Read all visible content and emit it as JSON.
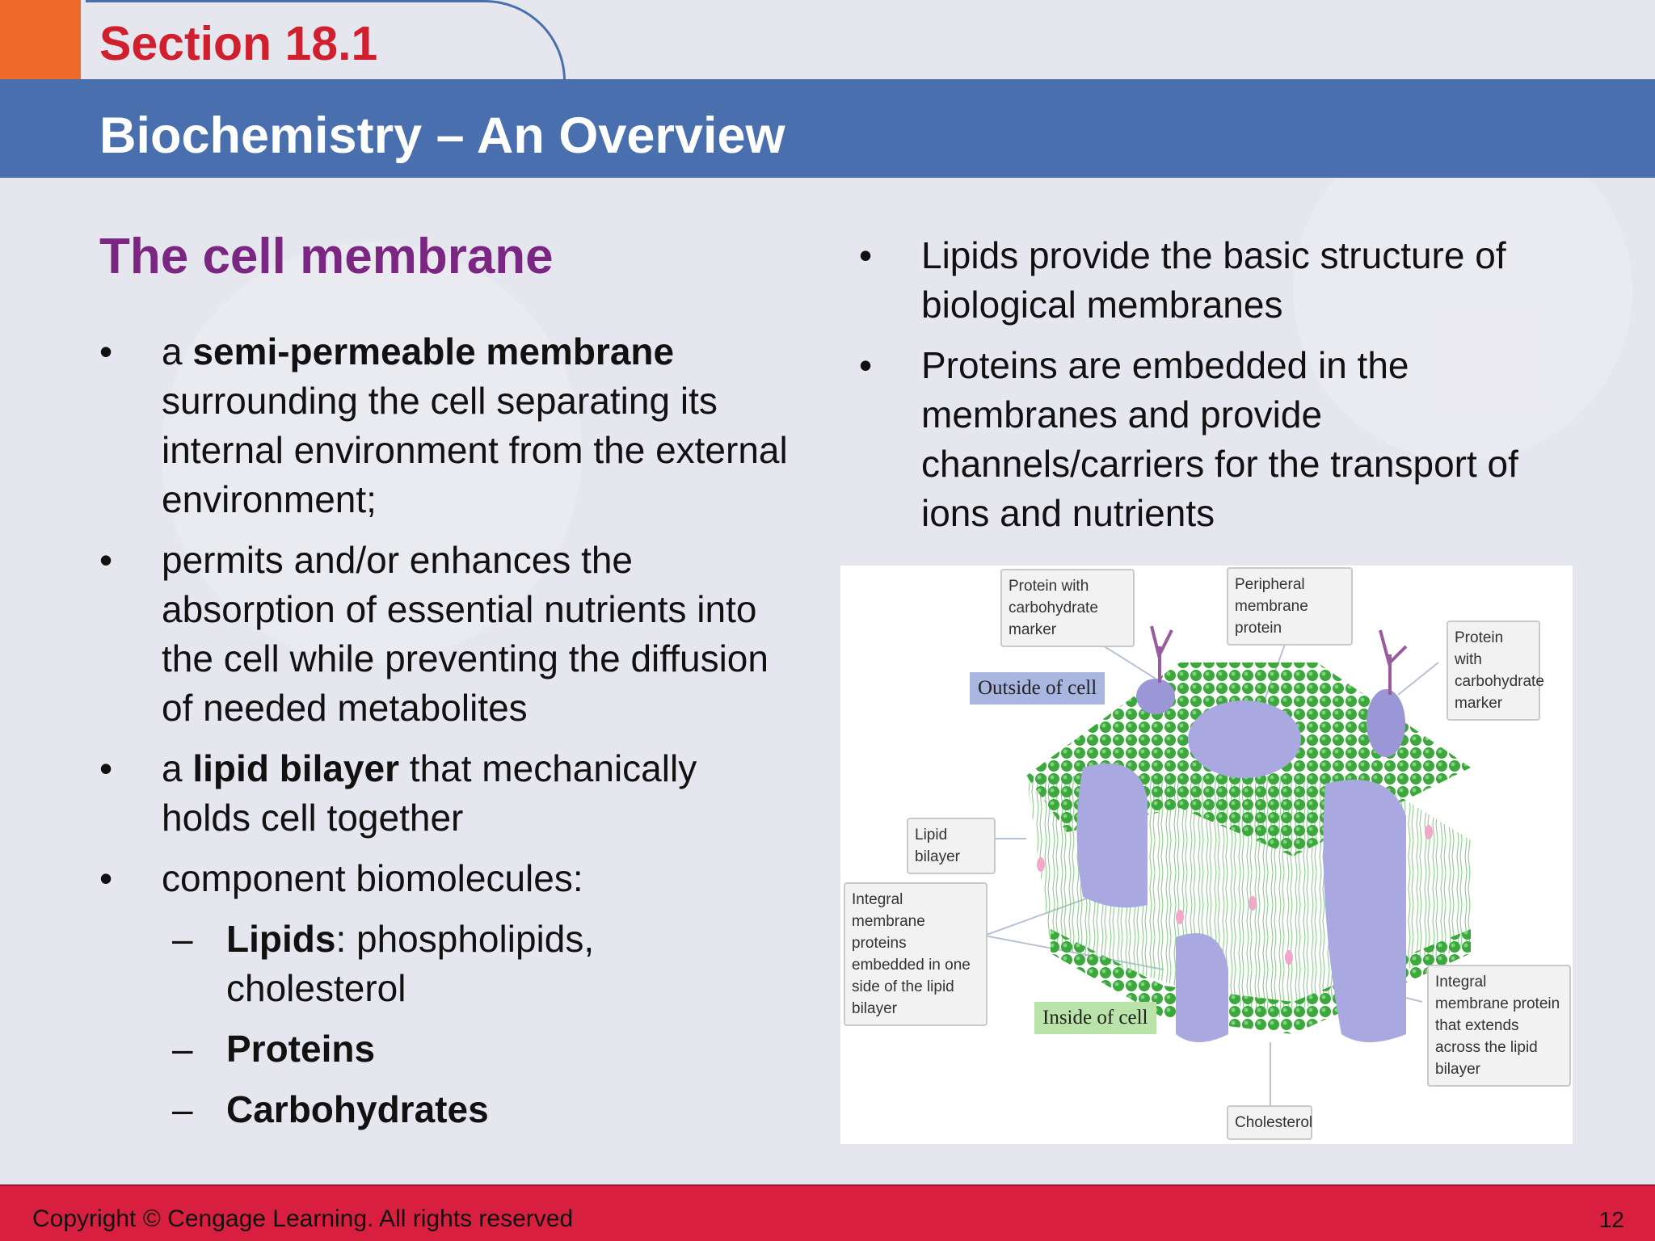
{
  "header": {
    "section": "Section 18.1",
    "title": "Biochemistry – An Overview"
  },
  "left": {
    "heading": "The cell membrane",
    "bullet1": {
      "pre": "a ",
      "bold": "semi-permeable membrane",
      "post": " surrounding the cell separating its internal environment from the external environment;"
    },
    "bullet2": "permits and/or enhances the absorption of essential nutrients into the cell while preventing the diffusion of needed metabolites",
    "bullet3": {
      "pre": "a ",
      "bold": "lipid bilayer",
      "post": " that mechanically holds cell together"
    },
    "bullet4": "component biomolecules:",
    "sub1": {
      "bold": "Lipids",
      "post": ": phospholipids, cholesterol"
    },
    "sub2": {
      "bold": "Proteins"
    },
    "sub3": {
      "bold": "Carbohydrates"
    }
  },
  "right": {
    "bullet1": "Lipids provide the basic structure of  biological membranes",
    "bullet2": "Proteins are embedded in the membranes and provide channels/carriers for the transport of ions and nutrients"
  },
  "figure": {
    "callouts": {
      "protein_carb_1": "Protein with carbohydrate marker",
      "peripheral": "Peripheral membrane protein",
      "protein_carb_2": "Protein with carbohydrate marker",
      "lipid_bilayer": "Lipid bilayer",
      "integral_one_side": "Integral membrane proteins embedded in one side of the lipid bilayer",
      "integral_across": "Integral membrane protein that extends across the lipid bilayer",
      "cholesterol": "Cholesterol"
    },
    "outside_label": "Outside of cell",
    "inside_label": "Inside of cell"
  },
  "footer": {
    "copyright": "Copyright © Cengage Learning. All rights reserved",
    "page": "12"
  },
  "colors": {
    "section_red": "#d0202e",
    "title_bar": "#4a6fae",
    "heading_purple": "#7b2683",
    "footer_red": "#d91f3f",
    "orange": "#ee6a2b",
    "lipid_green": "#3aa83a",
    "protein_lavender": "#a9a8e0"
  }
}
